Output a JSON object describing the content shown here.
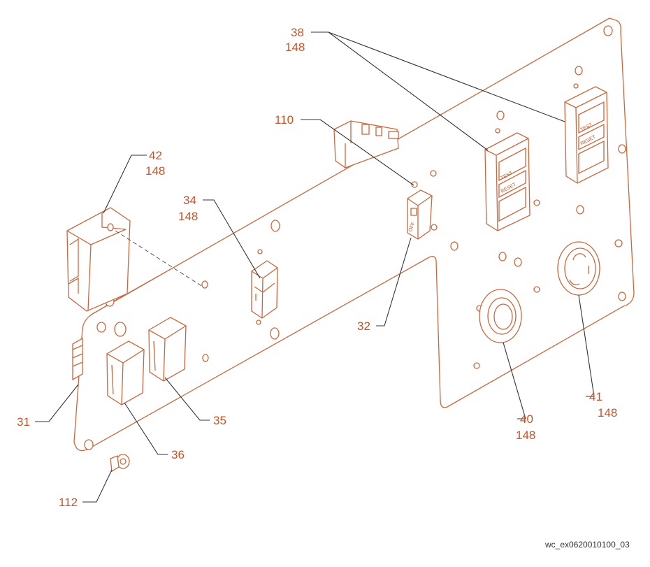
{
  "callouts": {
    "c38": "38",
    "c38q": "148",
    "c110": "110",
    "c42": "42",
    "c42q": "148",
    "c34": "34",
    "c34q": "148",
    "c32": "32",
    "c31": "31",
    "c35": "35",
    "c36": "36",
    "c40": "40",
    "c40q": "148",
    "c41": "41",
    "c41q": "148",
    "c112": "112"
  },
  "receptacle": {
    "test": "TEST",
    "reset": "RESET"
  },
  "switch_label": "OFF",
  "reference_code": "wc_ex0620010100_03",
  "colors": {
    "part_line": "#c9683f",
    "label_text": "#c4552b",
    "leader_line": "#333333"
  }
}
